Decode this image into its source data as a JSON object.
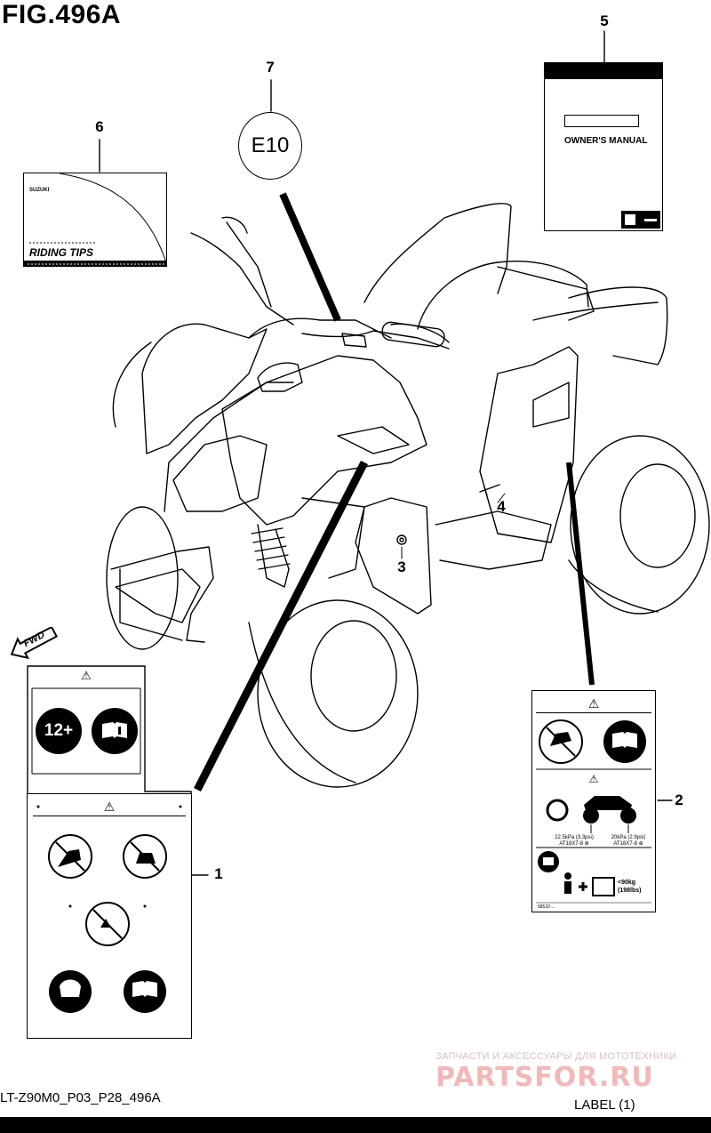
{
  "figure": {
    "title": "FIG.496A",
    "footer_left": "LT-Z90M0_P03_P28_496A",
    "footer_right": "LABEL (1)"
  },
  "callouts": [
    "1",
    "2",
    "3",
    "4",
    "5",
    "6",
    "7"
  ],
  "fwd_arrow": {
    "label": "FWD"
  },
  "owners_manual": {
    "title": "OWNER'S MANUAL",
    "logo": "suzuki-logo"
  },
  "riding_tips": {
    "title": "RIDING TIPS",
    "brand": "SUZUKI"
  },
  "e10_label": {
    "text": "E10"
  },
  "label1": {
    "warning_symbol": "⚠",
    "age_badge": "12+"
  },
  "label2": {
    "warning_symbol": "⚠",
    "front_pressure": "22.5kPa (3.3psi)",
    "front_tire": "AT18X7-8 ⊕",
    "rear_pressure": "20kPa (2.9psi)",
    "rear_tire": "AT18X7-8 ⊕",
    "load_limit": "<90kg",
    "load_limit_lbs": "(198lbs)",
    "part_code": "68532-..."
  },
  "watermark": {
    "line1": "ЗАПЧАСТИ И АКСЕССУАРЫ ДЛЯ МОТОТЕХНИКИ",
    "line2": "PARTSFOR.RU"
  }
}
